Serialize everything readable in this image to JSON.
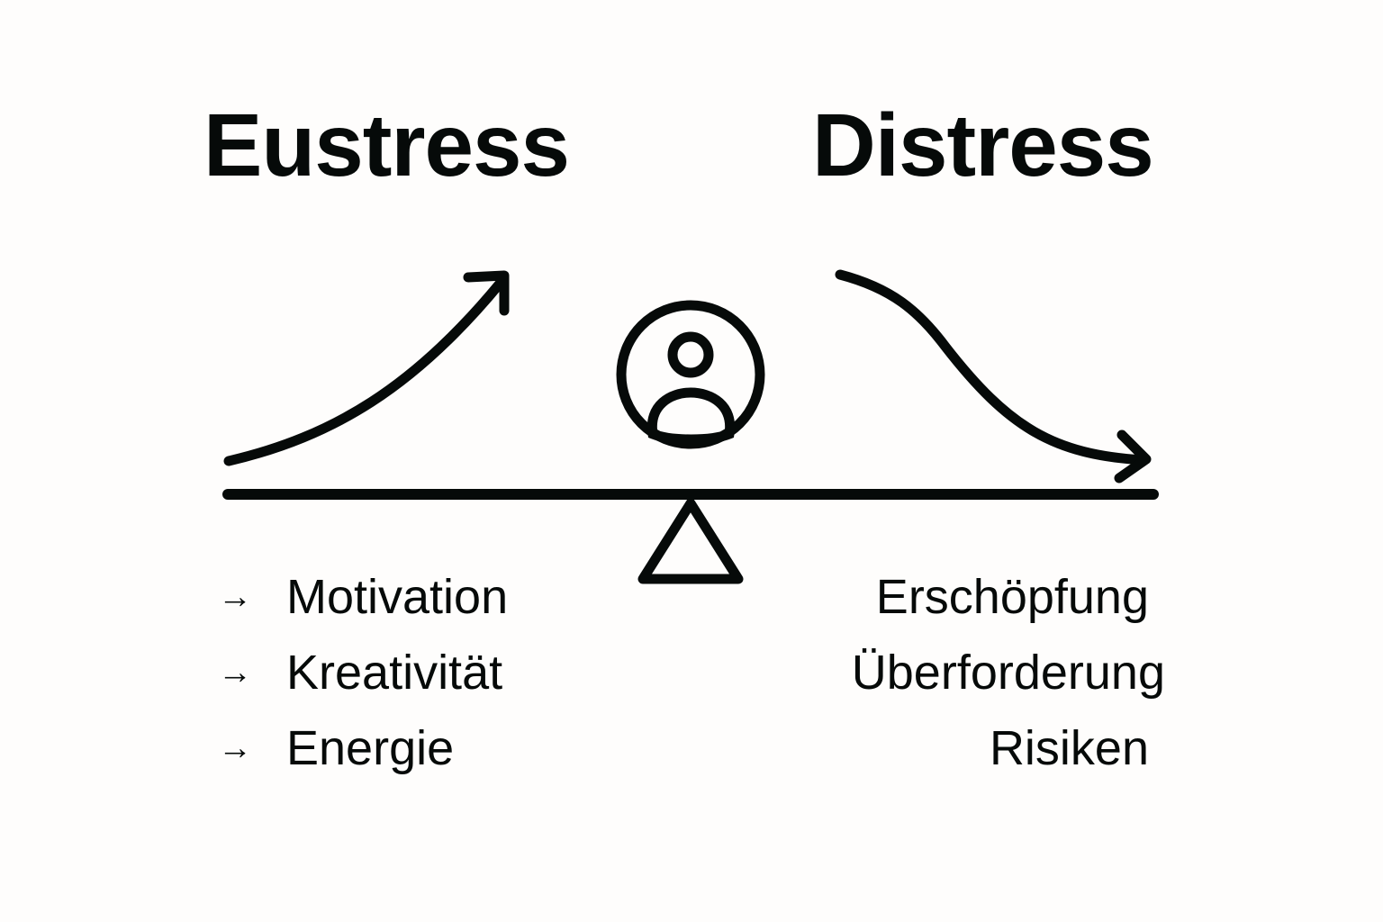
{
  "diagram": {
    "left": {
      "title": "Eustress",
      "trend": "rising-curve-arrow",
      "items": [
        {
          "bullet": "→",
          "label": "Motivation"
        },
        {
          "bullet": "→",
          "label": "Kreativität"
        },
        {
          "bullet": "→",
          "label": "Energie"
        }
      ]
    },
    "right": {
      "title": "Distress",
      "trend": "falling-curve-arrow",
      "items": [
        {
          "label": "Erschöpfung"
        },
        {
          "label": "Überforderung"
        },
        {
          "label": "Risiken"
        }
      ]
    },
    "center": {
      "icon": "person-icon",
      "balance": "seesaw-icon"
    },
    "colors": {
      "ink": "#060a09",
      "background": "#fefdfc"
    }
  }
}
